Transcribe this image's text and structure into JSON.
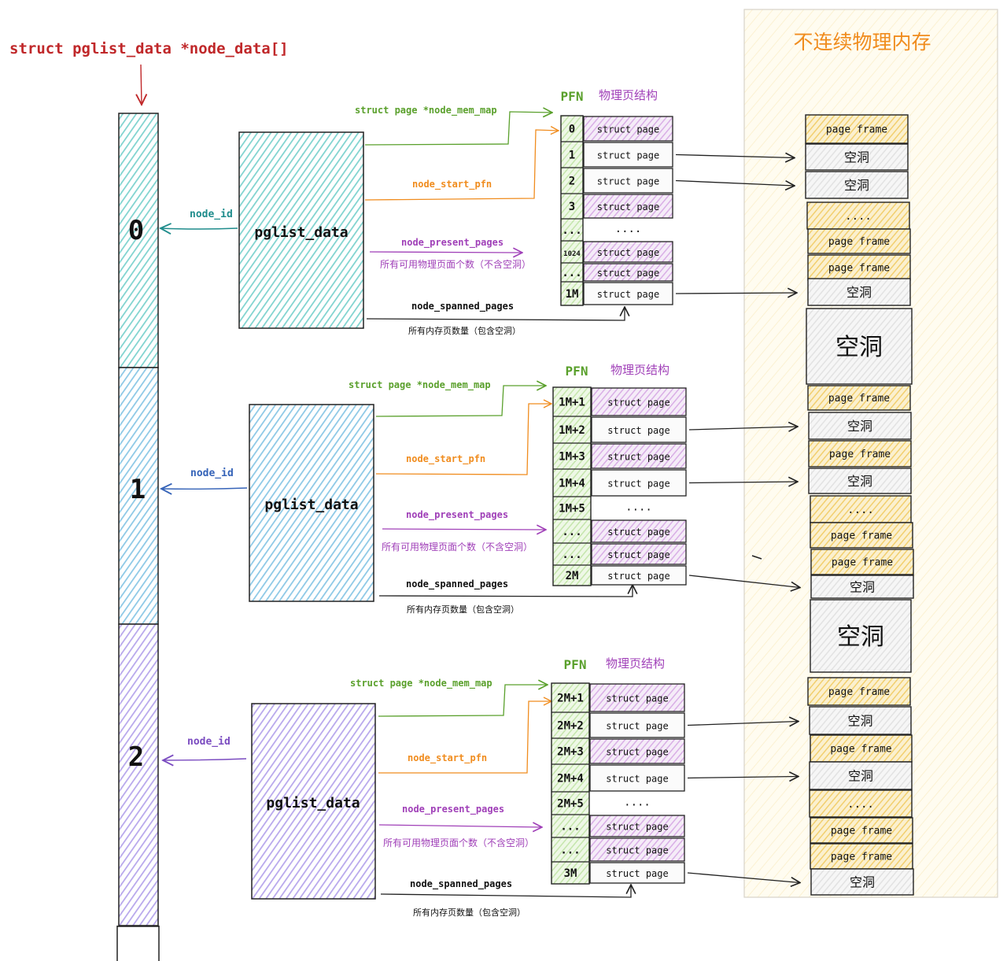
{
  "title": "struct pglist_data *node_data[]",
  "memory_title": "不连续物理内存",
  "struct_label": "pglist_data",
  "pfn_header": "PFN",
  "struct_header": "物理页结构",
  "hole_label": "空洞",
  "page_frame_label": "page frame",
  "struct_page_label": "struct page",
  "ellipsis_label": "....",
  "link_labels": {
    "node_id": "node_id",
    "mem_map": "struct page *node_mem_map",
    "start_pfn": "node_start_pfn",
    "present_pages": "node_present_pages",
    "present_desc": "所有可用物理页面个数（不含空洞）",
    "spanned_pages": "node_spanned_pages",
    "spanned_desc": "所有内存页数量（包含空洞）"
  },
  "colors": {
    "title": "#c0282a",
    "memory_title": "#f08c1e",
    "node0": "#7fd3cf",
    "node1": "#8cc8e6",
    "node2": "#b7a7ec",
    "struct_page": "#d9aee6",
    "page_frame": "#f5d889",
    "hole": "#e8e8e8",
    "pfn": "#c5e6ac",
    "mem_map_arrow": "#5aa02c",
    "start_pfn_arrow": "#f08c1e",
    "present_arrow": "#a040b8",
    "node_id_teal": "#1f8c8c",
    "node_id_blue": "#3563b8",
    "node_id_purple": "#7a4bc0"
  },
  "nodes": [
    {
      "index": "0",
      "pfns": [
        "0",
        "1",
        "2",
        "3",
        "...",
        "1024",
        "...",
        "1M"
      ],
      "rows": [
        "sp",
        "sw",
        "sw",
        "sp",
        "dots",
        "sp",
        "sp",
        "sw"
      ]
    },
    {
      "index": "1",
      "pfns": [
        "1M+1",
        "1M+2",
        "1M+3",
        "1M+4",
        "1M+5",
        "...",
        "...",
        "2M"
      ],
      "rows": [
        "sp",
        "sw",
        "sp",
        "sw",
        "dots",
        "sp",
        "sp",
        "sw"
      ]
    },
    {
      "index": "2",
      "pfns": [
        "2M+1",
        "2M+2",
        "2M+3",
        "2M+4",
        "2M+5",
        "...",
        "...",
        "3M"
      ],
      "rows": [
        "sp",
        "sw",
        "sp",
        "sw",
        "dots",
        "sp",
        "sp",
        "sw"
      ]
    }
  ],
  "memory_blocks": [
    {
      "kind": "frame"
    },
    {
      "kind": "hole"
    },
    {
      "kind": "hole"
    },
    {
      "kind": "dots"
    },
    {
      "kind": "frame"
    },
    {
      "kind": "frame"
    },
    {
      "kind": "hole"
    },
    {
      "kind": "bighole"
    },
    {
      "kind": "frame"
    },
    {
      "kind": "hole"
    },
    {
      "kind": "frame"
    },
    {
      "kind": "hole"
    },
    {
      "kind": "dots"
    },
    {
      "kind": "frame"
    },
    {
      "kind": "frame"
    },
    {
      "kind": "hole"
    },
    {
      "kind": "bighole"
    },
    {
      "kind": "frame"
    },
    {
      "kind": "hole"
    },
    {
      "kind": "frame"
    },
    {
      "kind": "hole"
    },
    {
      "kind": "dots"
    },
    {
      "kind": "frame"
    },
    {
      "kind": "frame"
    },
    {
      "kind": "hole"
    }
  ]
}
